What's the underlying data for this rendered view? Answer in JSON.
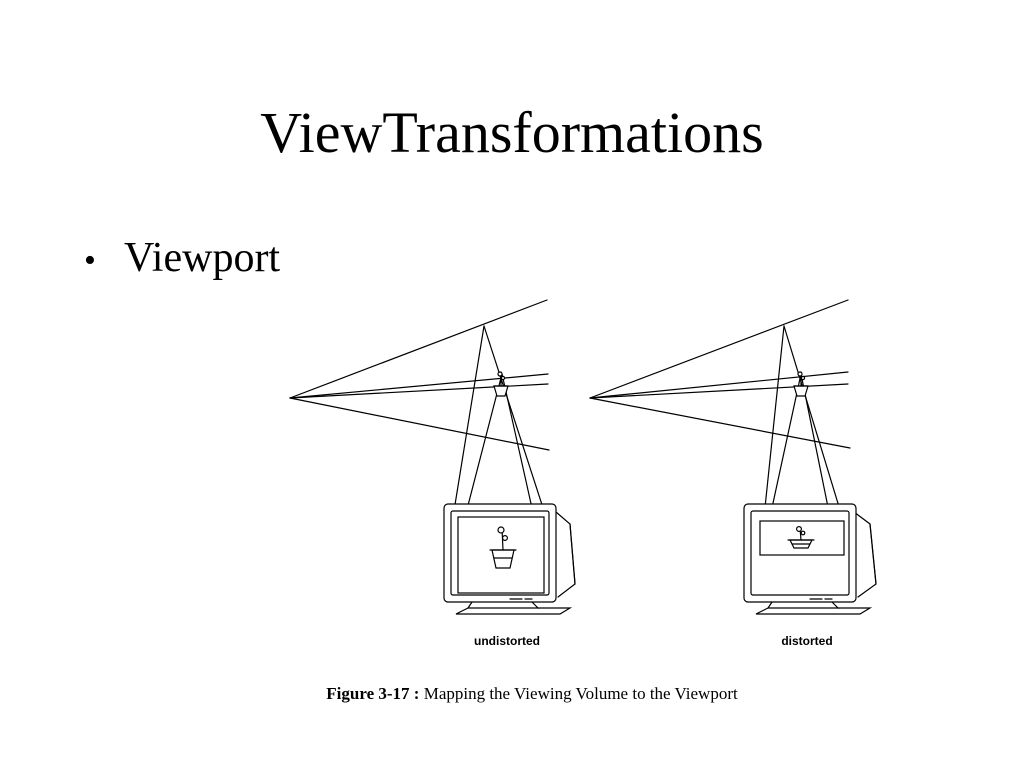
{
  "slide": {
    "title": "ViewTransformations",
    "bullets": [
      {
        "label": "Viewport"
      }
    ]
  },
  "figure": {
    "labels": {
      "left": "undistorted",
      "right": "distorted"
    },
    "caption": {
      "number": "Figure 3-17 :",
      "text": " Mapping the Viewing Volume to the Viewport"
    }
  }
}
